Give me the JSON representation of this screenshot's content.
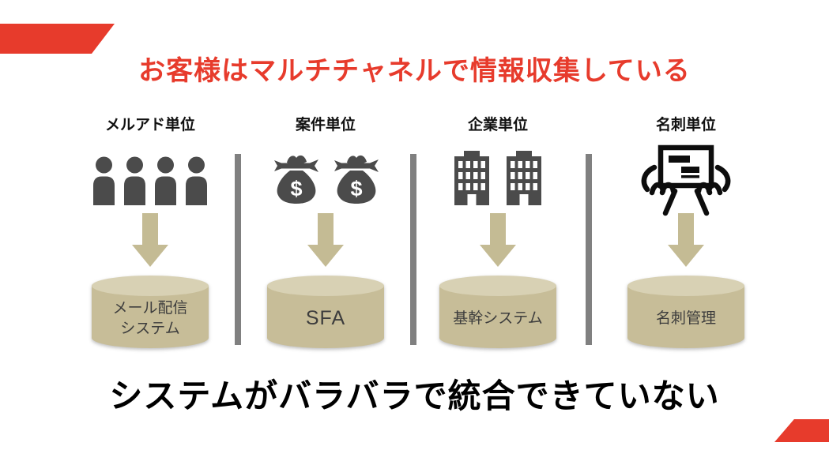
{
  "slide": {
    "title": "お客様はマルチチャネルで情報収集している",
    "conclusion": "システムがバラバラで統合できていない"
  },
  "columns": [
    {
      "label": "メルアド単位",
      "icon": "people-group-icon",
      "system_lines": [
        "メール配信",
        "システム"
      ]
    },
    {
      "label": "案件単位",
      "icon": "money-bags-icon",
      "money_symbol": "$",
      "system_lines": [
        "SFA"
      ]
    },
    {
      "label": "企業単位",
      "icon": "office-buildings-icon",
      "system_lines": [
        "基幹システム"
      ]
    },
    {
      "label": "名刺単位",
      "icon": "business-card-exchange-icon",
      "system_lines": [
        "名刺管理"
      ]
    }
  ],
  "colors": {
    "accent_red": "#e73b2c",
    "cylinder_tan": "#c7bd98",
    "cylinder_top": "#d8d1b4",
    "arrow_tan": "#c4bb94",
    "divider_gray": "#808080",
    "icon_gray": "#4b4b4b",
    "card_icon_black": "#0d0d0d"
  }
}
